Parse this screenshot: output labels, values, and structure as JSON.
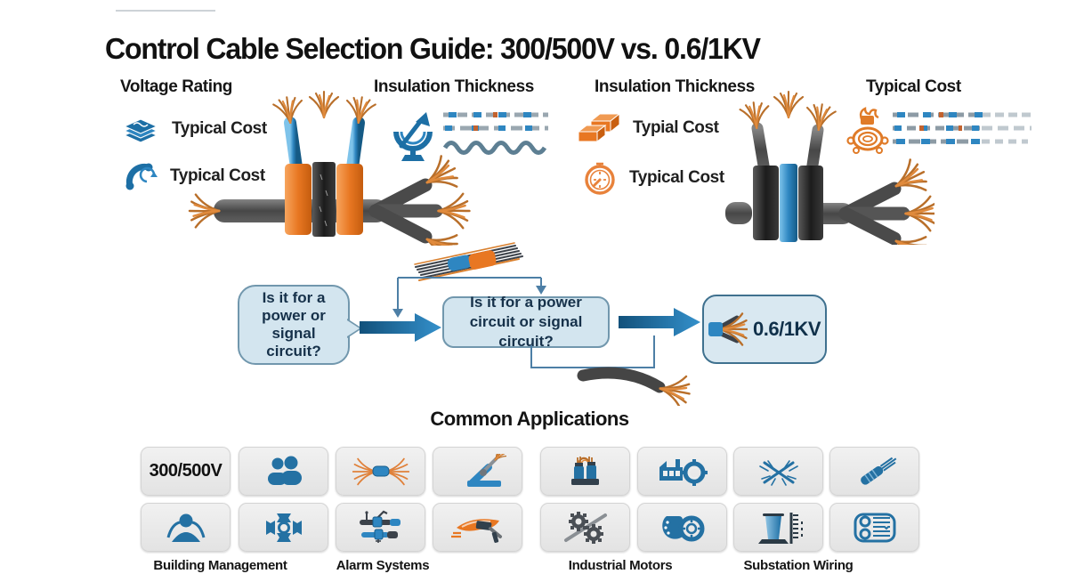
{
  "title": "Control Cable Selection Guide: 300/500V vs. 0.6/1KV",
  "comparison": {
    "voltage_rating": {
      "header": "Voltage Rating",
      "items": [
        {
          "icon": "banknotes-icon",
          "label": "Typical Cost"
        },
        {
          "icon": "phone-icon",
          "label": "Typical Cost"
        }
      ]
    },
    "insulation_left": {
      "header": "Insulation Thickness",
      "icons": [
        "launch-gauge-icon",
        "dashed-wire-rows-icon",
        "wave-line-icon"
      ]
    },
    "insulation_right": {
      "header": "Insulation Thickness",
      "items": [
        {
          "icon": "bricks-icon",
          "label": "Typial Cost"
        },
        {
          "icon": "gauge-clock-icon",
          "label": "Typical Cost"
        }
      ]
    },
    "typical_cost": {
      "header": "Typical Cost",
      "icons": [
        "wire-spool-icon",
        "dashed-wire-rows-icon"
      ]
    }
  },
  "flowchart": {
    "question1": "Is it for a power or signal circuit?",
    "question2": "Is it for a power circuit or signal circuit?",
    "result": "0.6/1KV"
  },
  "applications": {
    "header": "Common Applications",
    "voltage_tile": "300/500V",
    "tile_icons_row1": [
      "voltage-label",
      "people-icon",
      "cable-splice-icon",
      "lever-tool-icon",
      "terminals-icon",
      "factory-gear-icon",
      "spark-icon",
      "stripped-cable-icon"
    ],
    "tile_icons_row2": [
      "person-icon",
      "puzzle-icon",
      "cable-connector-icon",
      "drill-icon",
      "gears-icon",
      "pump-icon",
      "winding-icon",
      "panel-icon"
    ],
    "captions": [
      "Building Management",
      "Alarm Systems",
      "Industrial Motors",
      "Substation Wiring"
    ]
  },
  "colors": {
    "accent_blue": "#2471a3",
    "deep_blue": "#1d6fa5",
    "accent_orange": "#e87722",
    "copper": "#b96f2a",
    "bubble_fill": "#d3e5ef",
    "bubble_border": "#7197ad",
    "connector_line": "#4d7fa6",
    "tile_bg": "#e9e9e9",
    "text_dark": "#1a1a1a"
  }
}
